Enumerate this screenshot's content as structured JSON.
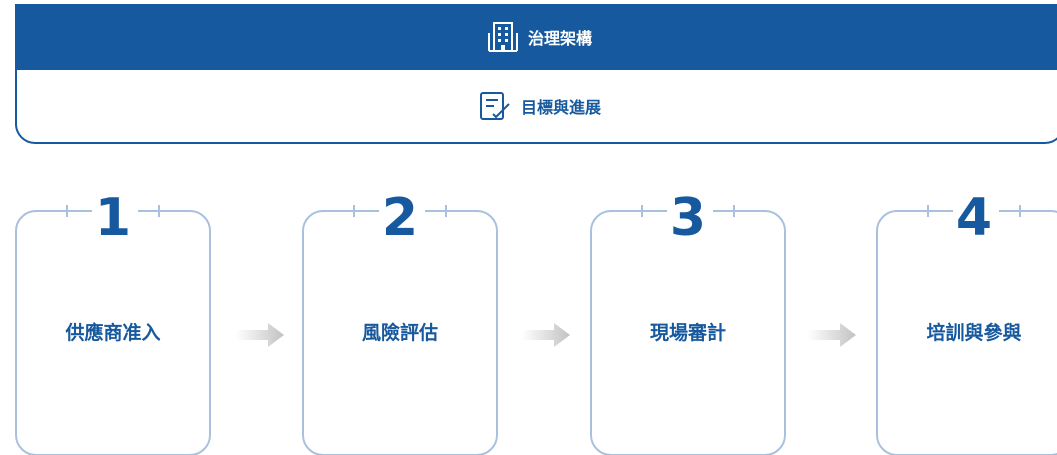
{
  "tabs": [
    {
      "label": "治理架構",
      "icon": "building-icon",
      "active": true
    },
    {
      "label": "目標與進展",
      "icon": "checklist-icon",
      "active": false
    }
  ],
  "steps": [
    {
      "number": "1",
      "label": "供應商准入"
    },
    {
      "number": "2",
      "label": "風險評估"
    },
    {
      "number": "3",
      "label": "現場審計"
    },
    {
      "number": "4",
      "label": "培訓與參與"
    }
  ],
  "colors": {
    "primary": "#17599e",
    "card_border": "#a9c1de",
    "arrow": "#cccccc"
  }
}
